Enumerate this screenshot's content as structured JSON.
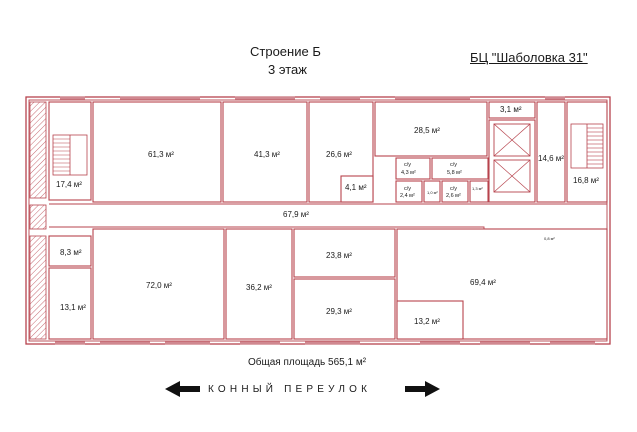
{
  "header": {
    "building": "Строение Б",
    "floor": "3 этаж",
    "business_center": "БЦ \"Шаболовка 31\""
  },
  "rooms": {
    "r1": "17,4 м²",
    "r2": "61,3 м²",
    "r3": "41,3 м²",
    "r4": "26,6 м²",
    "r5": "4,1 м²",
    "r6": "28,5 м²",
    "r7": "3,1 м²",
    "r8": "14,6 м²",
    "r9": "16,8 м²",
    "r10": "67,9 м²",
    "r11": "8,3 м²",
    "r12": "13,1 м²",
    "r13": "72,0 м²",
    "r14": "36,2 м²",
    "r15": "23,8 м²",
    "r16": "29,3 м²",
    "r17": "69,4 м²",
    "r18": "13,2 м²",
    "r19": "0,8 м²"
  },
  "wc": {
    "label": "с/у",
    "a": "4,3 м²",
    "b": "5,8 м²",
    "c": "2,4 м²",
    "d": "1,0 м²",
    "e": "2,6 м²",
    "f": "1,3 м²"
  },
  "footer": {
    "total_area": "Общая площадь 565,1 м²",
    "street": "КОННЫЙ ПЕРЕУЛОК"
  },
  "colors": {
    "walls": "#b7434d",
    "text": "#1a1a1a",
    "background": "#ffffff"
  },
  "icons": [
    "stairs-icon",
    "elevator-shaft-icon",
    "arrow-left-icon",
    "arrow-right-icon"
  ]
}
